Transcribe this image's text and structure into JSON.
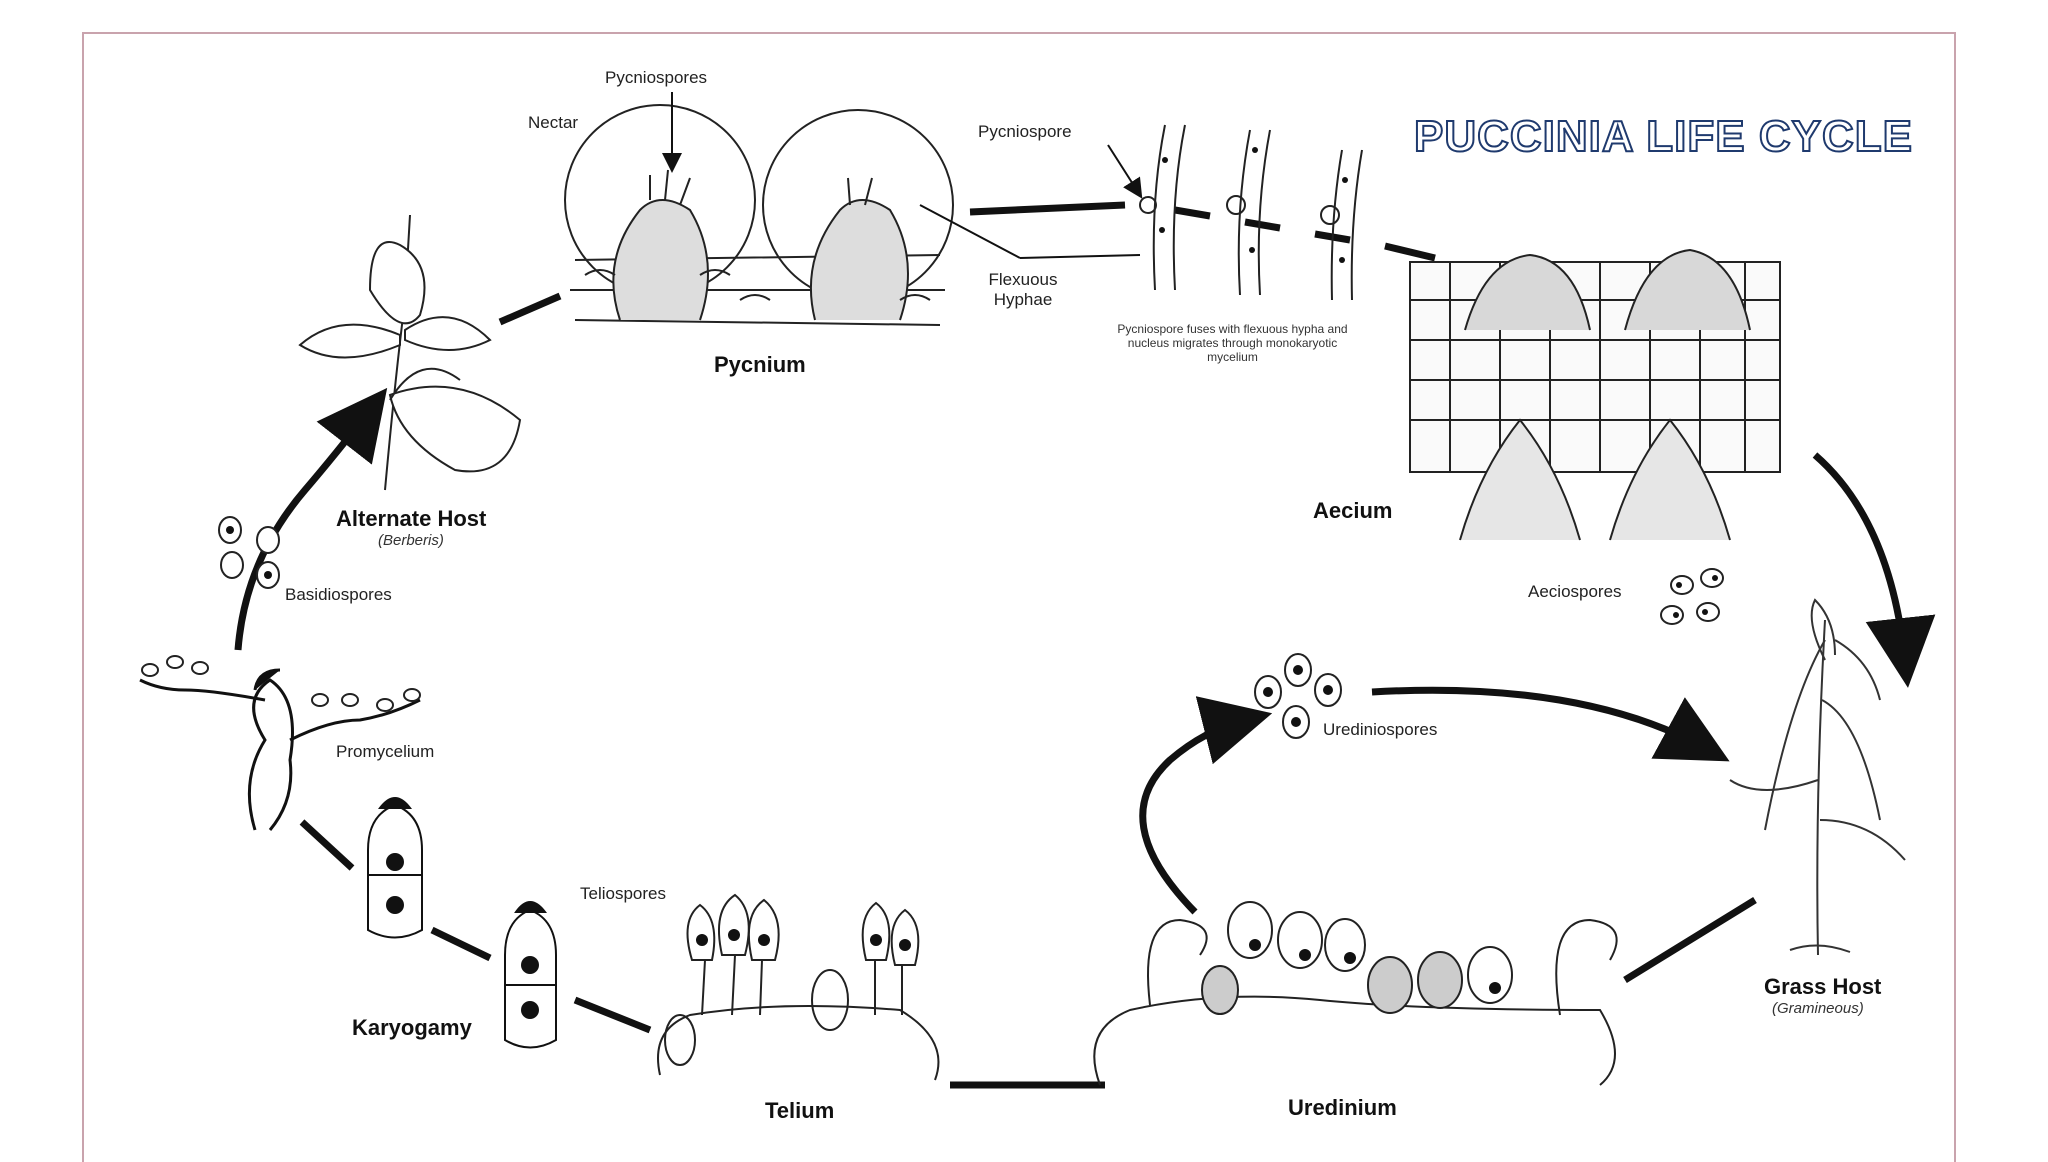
{
  "title": "PUCCINIA LIFE CYCLE",
  "labels": {
    "pycniospores": "Pycniospores",
    "nectar": "Nectar",
    "pycniospore": "Pycniospore",
    "flexuous_hyphae": "Flexuous Hyphae",
    "pycnium": "Pycnium",
    "fusion_note": "Pycniospore fuses with flexuous hypha and nucleus migrates through monokaryotic mycelium",
    "aecium": "Aecium",
    "aeciospores": "Aeciospores",
    "alternate_host": "Alternate Host",
    "alternate_host_species": "(Berberis)",
    "basidiospores": "Basidiospores",
    "promycelium": "Promycelium",
    "karyogamy": "Karyogamy",
    "teliospores": "Teliospores",
    "telium": "Telium",
    "urediniospores": "Urediniospores",
    "uredinium": "Uredinium",
    "grass_host": "Grass Host",
    "grass_host_species": "(Gramineous)"
  },
  "colors": {
    "title_outline": "#1f3a6e",
    "frame": "#c9a3ad",
    "ink": "#111111"
  }
}
